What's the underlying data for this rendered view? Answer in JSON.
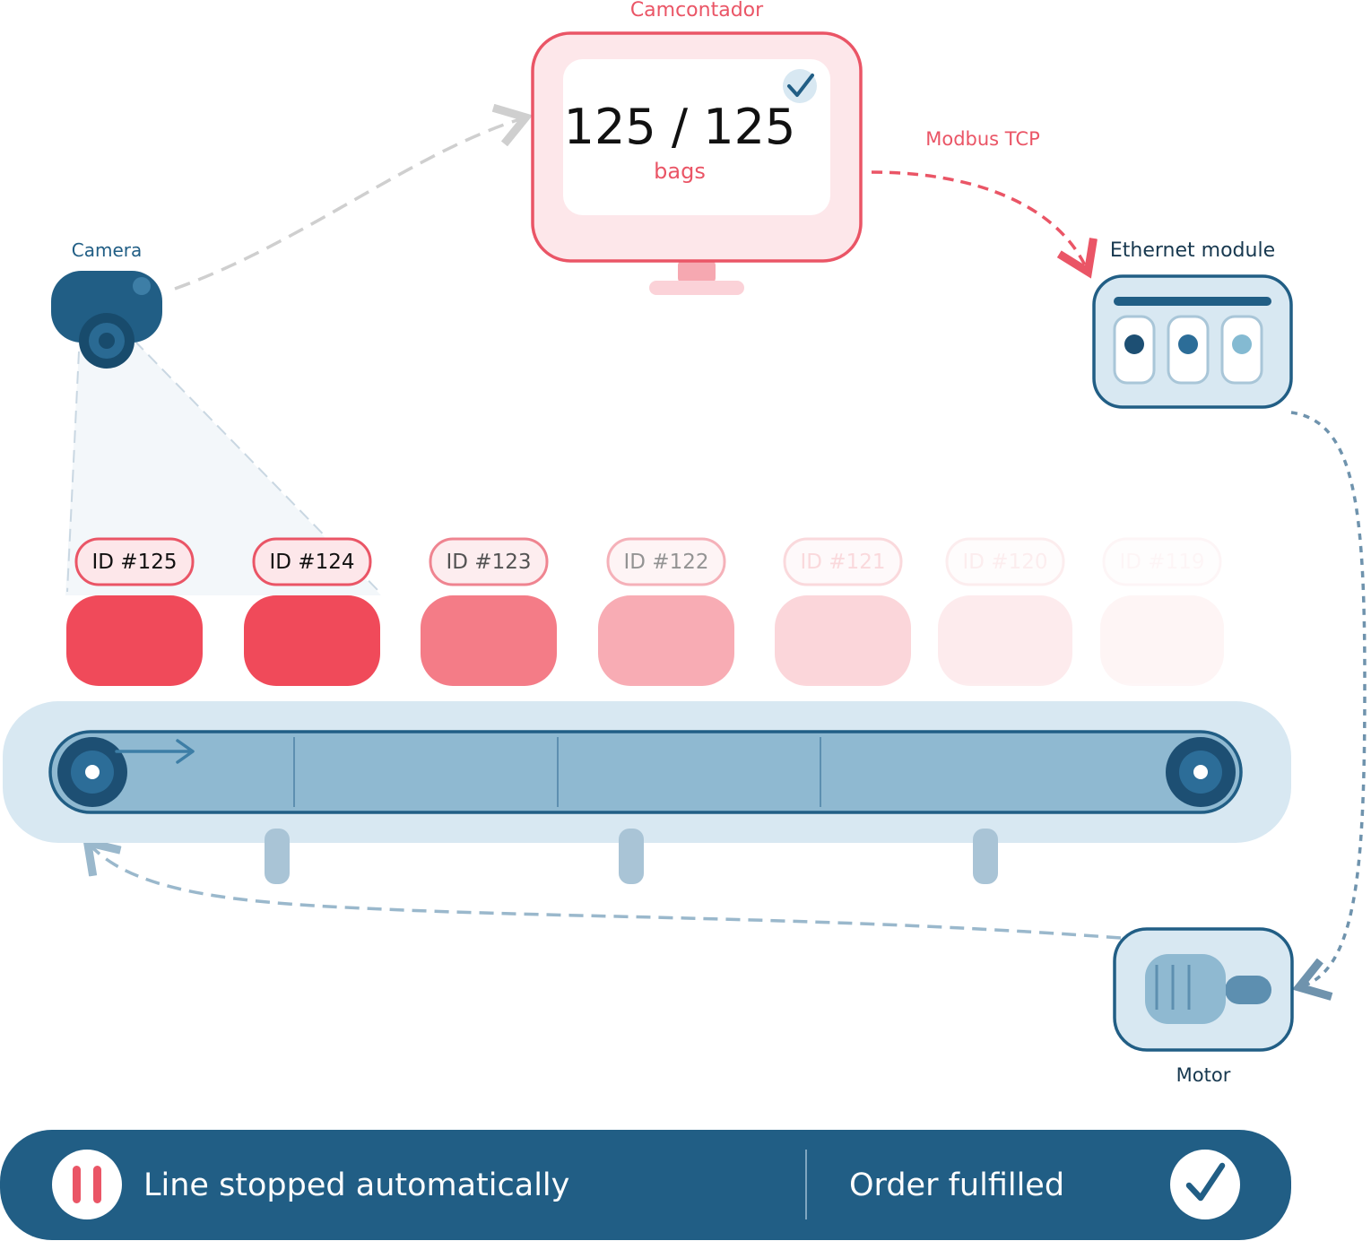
{
  "colors": {
    "red": "#f04a5a",
    "pink_light": "#fde7ea",
    "pink_border": "#ea5566",
    "navy": "#215e85",
    "steel": "#8fb9d1",
    "pale_blue": "#d8e8f2",
    "grey_dash": "#cfcfcf"
  },
  "camcontador": {
    "title": "Camcontador",
    "count": "125 / 125",
    "unit": "bags",
    "status_icon": "check-icon"
  },
  "link_label": "Modbus TCP",
  "camera": {
    "label": "Camera"
  },
  "ethernet": {
    "label": "Ethernet module"
  },
  "motor": {
    "label": "Motor"
  },
  "bags": [
    {
      "id": "ID #125",
      "opacity": 1.0
    },
    {
      "id": "ID #124",
      "opacity": 1.0
    },
    {
      "id": "ID #123",
      "opacity": 0.72
    },
    {
      "id": "ID #122",
      "opacity": 0.45
    },
    {
      "id": "ID #121",
      "opacity": 0.22
    },
    {
      "id": "ID #120",
      "opacity": 0.1
    },
    {
      "id": "ID #119",
      "opacity": 0.05
    }
  ],
  "status_bar": {
    "left_text": "Line stopped automatically",
    "right_text": "Order fulfilled",
    "left_icon": "pause-icon",
    "right_icon": "check-circle-icon"
  }
}
